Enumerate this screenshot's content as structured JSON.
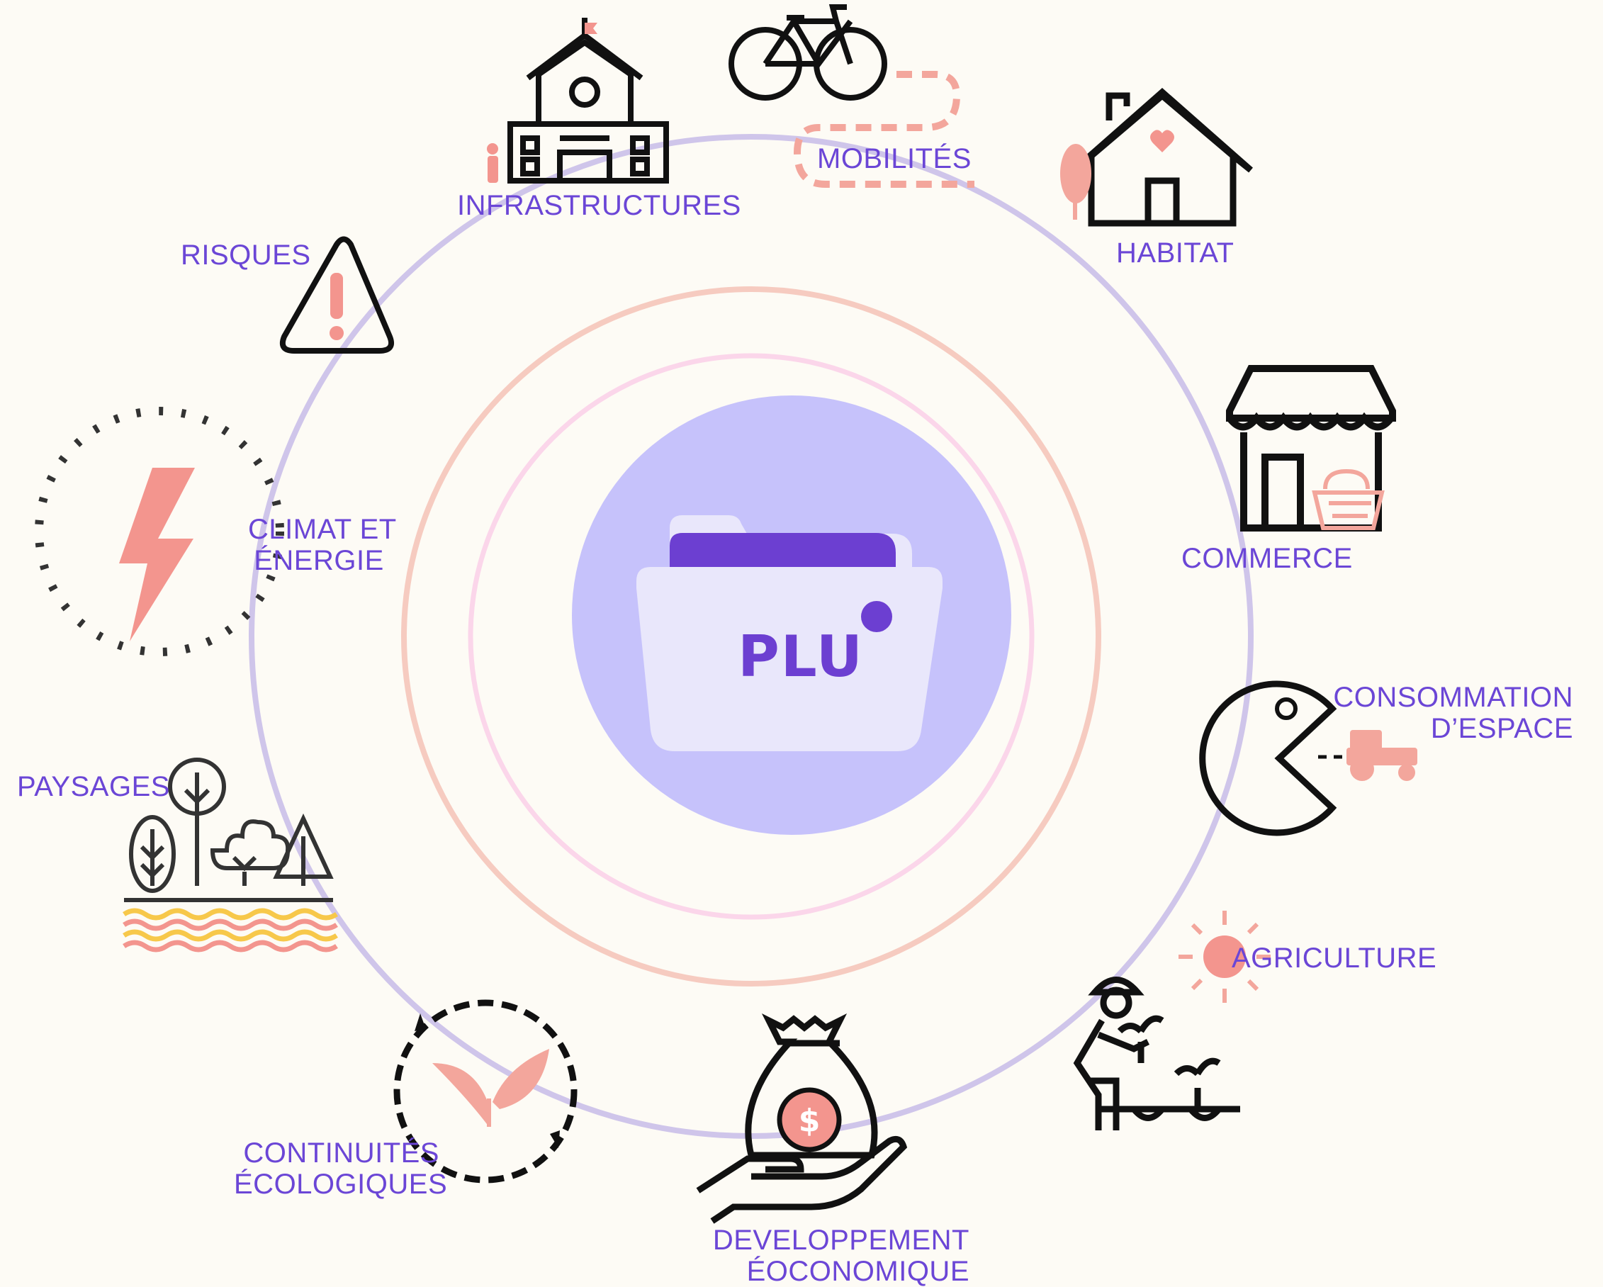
{
  "center": {
    "title": "PLU"
  },
  "themes": {
    "infrastructures": "INFRASTRUCTURES",
    "mobilites": "MOBILITÉS",
    "habitat": "HABITAT",
    "risques": "RISQUES",
    "climat": [
      "CLIMAT ET",
      "ÉNERGIE"
    ],
    "commerce": "COMMERCE",
    "consommation": [
      "CONSOMMATION",
      "D’ESPACE"
    ],
    "paysages": "PAYSAGES",
    "agriculture": "AGRICULTURE",
    "continuites": [
      "CONTINUITÉS",
      "ÉCOLOGIQUES"
    ],
    "developpement": [
      "DEVELOPPEMENT",
      "ÉOCONOMIQUE"
    ]
  },
  "icons": {
    "center": "folder-icon",
    "infrastructures": "school-building-icon",
    "mobilites": "bicycle-icon",
    "habitat": "house-icon",
    "risques": "warning-triangle-icon",
    "climat": "lightning-bolt-icon",
    "commerce": "shop-icon",
    "consommation": "pacman-tractor-icon",
    "paysages": "trees-landscape-icon",
    "agriculture": "farmer-icon",
    "continuites": "leaves-cycle-icon",
    "developpement": "money-bag-hand-icon"
  },
  "colors": {
    "background": "#fdfbf5",
    "label": "#6b46d6",
    "outer_ring": "#cfc5ea",
    "middle_ring": "#f6cbc0",
    "inner_ring": "#fbd6ea",
    "center_disc": "#c6c2fb",
    "accent": "#f3958e"
  }
}
